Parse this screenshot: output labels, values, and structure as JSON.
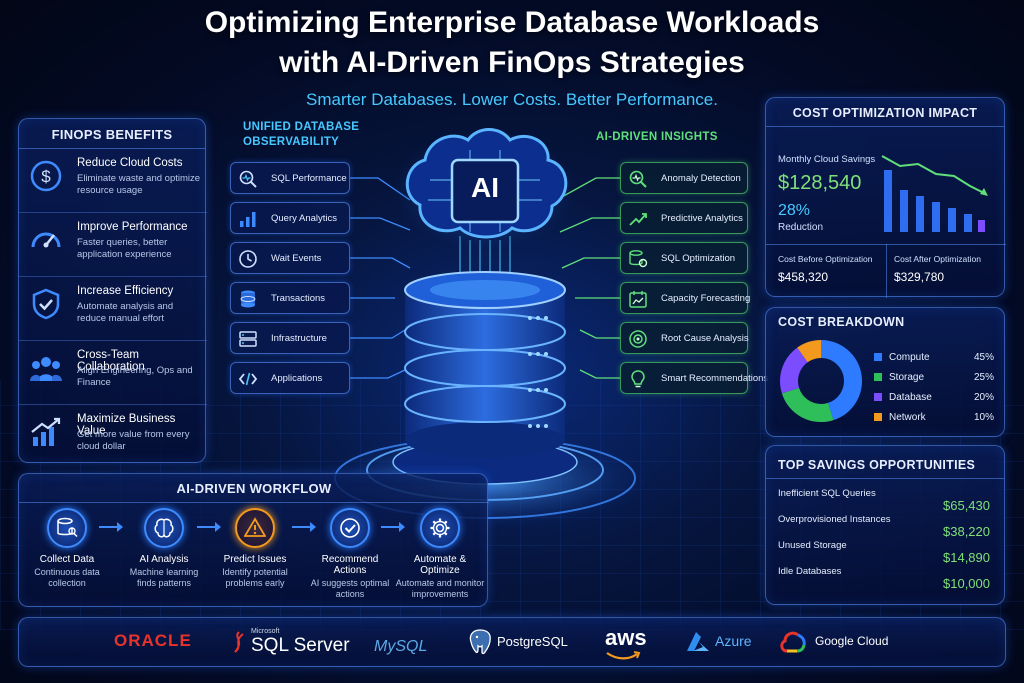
{
  "title_line1": "Optimizing Enterprise Database Workloads",
  "title_line2": "with AI-Driven FinOps Strategies",
  "subtitle": "Smarter Databases. Lower Costs. Better Performance.",
  "benefits": {
    "title": "FINOPS BENEFITS",
    "items": [
      {
        "title": "Reduce Cloud Costs",
        "desc": "Eliminate waste and optimize resource usage",
        "icon": "dollar-icon"
      },
      {
        "title": "Improve Performance",
        "desc": "Faster queries, better application experience",
        "icon": "speedometer-icon"
      },
      {
        "title": "Increase Efficiency",
        "desc": "Automate analysis and reduce manual effort",
        "icon": "shield-check-icon"
      },
      {
        "title": "Cross-Team Collaboration",
        "desc": "Align Engineering, Ops and Finance",
        "icon": "team-icon"
      },
      {
        "title": "Maximize Business Value",
        "desc": "Get more value from every cloud dollar",
        "icon": "growth-chart-icon"
      }
    ]
  },
  "observability": {
    "title": "UNIFIED DATABASE OBSERVABILITY",
    "items": [
      "SQL Performance",
      "Query Analytics",
      "Wait Events",
      "Transactions",
      "Infrastructure",
      "Applications"
    ]
  },
  "ai_label": "AI",
  "insights": {
    "title": "AI-DRIVEN INSIGHTS",
    "items": [
      "Anomaly Detection",
      "Predictive Analytics",
      "SQL Optimization",
      "Capacity Forecasting",
      "Root Cause Analysis",
      "Smart Recommendations"
    ]
  },
  "impact": {
    "title": "COST OPTIMIZATION IMPACT",
    "monthly_label": "Monthly Cloud Savings",
    "monthly_value": "$128,540",
    "reduction_pct": "28%",
    "reduction_label": "Reduction",
    "before_label": "Cost Before Optimization",
    "before_value": "$458,320",
    "after_label": "Cost After Optimization",
    "after_value": "$329,780"
  },
  "breakdown": {
    "title": "COST BREAKDOWN",
    "items": [
      {
        "name": "Compute",
        "pct": "45%",
        "value": 45,
        "color": "#2f7bff"
      },
      {
        "name": "Storage",
        "pct": "25%",
        "value": 25,
        "color": "#2fbf5a"
      },
      {
        "name": "Database",
        "pct": "20%",
        "value": 20,
        "color": "#7b4dff"
      },
      {
        "name": "Network",
        "pct": "10%",
        "value": 10,
        "color": "#f39a1e"
      }
    ]
  },
  "savings": {
    "title": "TOP SAVINGS OPPORTUNITIES",
    "items": [
      {
        "name": "Inefficient SQL Queries",
        "value": "$65,430"
      },
      {
        "name": "Overprovisioned Instances",
        "value": "$38,220"
      },
      {
        "name": "Unused Storage",
        "value": "$14,890"
      },
      {
        "name": "Idle Databases",
        "value": "$10,000"
      }
    ]
  },
  "workflow": {
    "title": "AI-DRIVEN WORKFLOW",
    "steps": [
      {
        "title": "Collect Data",
        "desc": "Continuous data collection"
      },
      {
        "title": "AI Analysis",
        "desc": "Machine learning finds patterns"
      },
      {
        "title": "Predict Issues",
        "desc": "Identify potential problems early"
      },
      {
        "title": "Recommend Actions",
        "desc": "AI suggests optimal actions"
      },
      {
        "title": "Automate & Optimize",
        "desc": "Automate and monitor improvements"
      }
    ]
  },
  "logos": {
    "oracle": "ORACLE",
    "sqlserver_small": "Microsoft",
    "sqlserver": "SQL Server",
    "mysql": "MySQL",
    "postgres": "PostgreSQL",
    "aws": "aws",
    "azure": "Azure",
    "gcloud": "Google Cloud"
  },
  "colors": {
    "accent_blue": "#2f7bff",
    "accent_cyan": "#47c8ff",
    "accent_green": "#5fe07a",
    "warning_orange": "#f39a1e"
  }
}
